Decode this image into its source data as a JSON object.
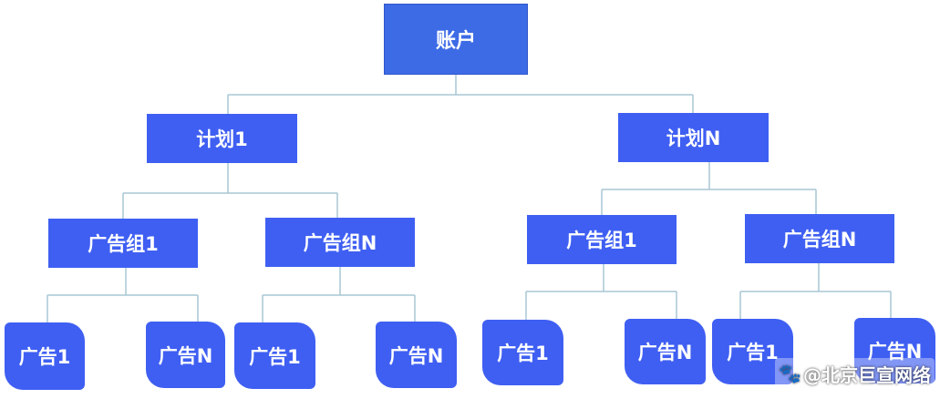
{
  "diagram": {
    "line_color": "#a9c7d4",
    "node_color": "#3f5ff2",
    "root": "账户",
    "plans": [
      {
        "label": "计划1",
        "groups": [
          {
            "label": "广告组1",
            "ads": [
              "广告1",
              "广告N"
            ]
          },
          {
            "label": "广告组N",
            "ads": [
              "广告1",
              "广告N"
            ]
          }
        ]
      },
      {
        "label": "计划N",
        "groups": [
          {
            "label": "广告组1",
            "ads": [
              "广告1",
              "广告N"
            ]
          },
          {
            "label": "广告组N",
            "ads": [
              "广告1",
              "广告N"
            ]
          }
        ]
      }
    ]
  },
  "watermark": {
    "icon": "paw-icon",
    "text": "@北京巨宣网络"
  }
}
